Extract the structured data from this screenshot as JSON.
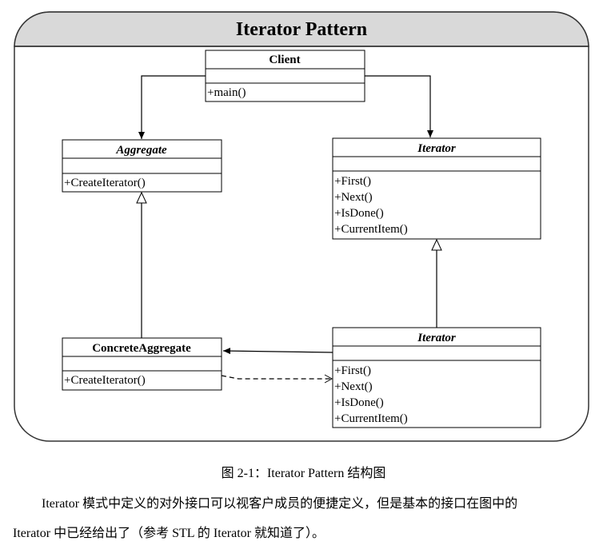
{
  "diagram": {
    "title": "Iterator Pattern",
    "classes": {
      "client": {
        "name": "Client",
        "methods": [
          "+main()"
        ]
      },
      "aggregate": {
        "name": "Aggregate",
        "methods": [
          "+CreateIterator()"
        ]
      },
      "iterator": {
        "name": "Iterator",
        "methods": [
          "+First()",
          "+Next()",
          "+IsDone()",
          "+CurrentItem()"
        ]
      },
      "concrete_aggregate": {
        "name": "ConcreteAggregate",
        "methods": [
          "+CreateIterator()"
        ]
      },
      "concrete_iterator": {
        "name": "Iterator",
        "methods": [
          "+First()",
          "+Next()",
          "+IsDone()",
          "+CurrentItem()"
        ]
      }
    }
  },
  "caption": "图 2-1：Iterator Pattern 结构图",
  "paragraph": {
    "line1": "Iterator 模式中定义的对外接口可以视客户成员的便捷定义，但是基本的接口在图中的",
    "line2": "Iterator 中已经给出了（参考 STL 的 Iterator 就知道了）。"
  }
}
